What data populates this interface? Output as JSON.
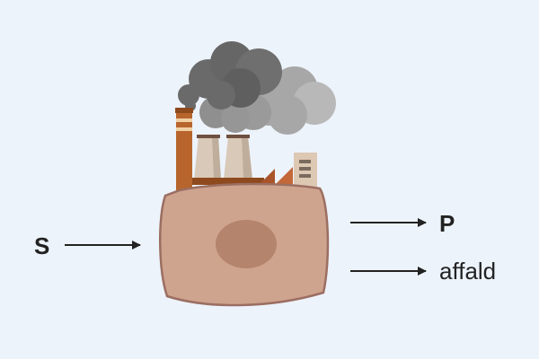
{
  "labels": {
    "input": "S",
    "output_product": "P",
    "output_waste": "affald"
  },
  "colors": {
    "background": "#edf3fb",
    "cell_fill": "#cfa48e",
    "cell_stroke": "#9c6e62",
    "nucleus": "#b5846d",
    "chimney": "#b7652c",
    "tower": "#d9c9b8",
    "smoke_dark": "#6a6a6a",
    "smoke_light": "#a7a7a7",
    "arrow": "#222222"
  }
}
